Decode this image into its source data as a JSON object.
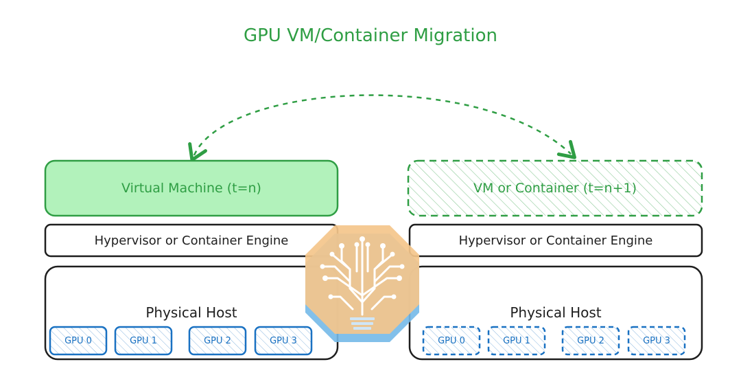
{
  "title": "GPU VM/Container Migration",
  "source": {
    "label": "Virtual Machine (t=n)",
    "hypervisor": "Hypervisor or Container Engine",
    "host": "Physical Host",
    "gpus": [
      "GPU 0",
      "GPU 1",
      "GPU 2",
      "GPU 3"
    ]
  },
  "target": {
    "label": "VM or Container (t=n+1)",
    "hypervisor": "Hypervisor or Container Engine",
    "host": "Physical Host",
    "gpus": [
      "GPU 0",
      "GPU 1",
      "GPU 2",
      "GPU 3"
    ]
  },
  "colors": {
    "green": "#2f9e44",
    "green_fill": "#b2f2bb",
    "blue": "#1971c2",
    "dark": "#1e1e1e",
    "logo_orange": "#f4c58b",
    "logo_blue": "#74b9e8"
  },
  "logo": {
    "icon": "circuit-lightbulb-icon"
  }
}
